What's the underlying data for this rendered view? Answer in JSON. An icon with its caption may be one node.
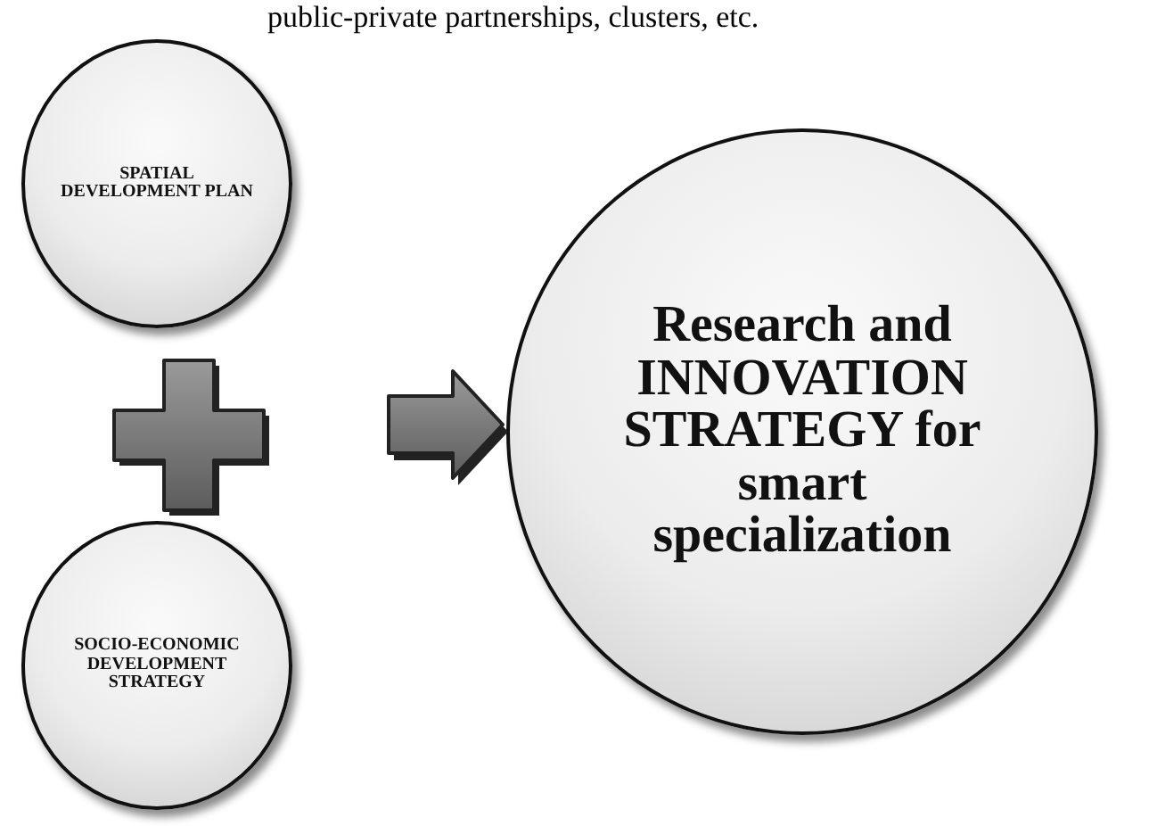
{
  "diagram": {
    "nodes": [
      {
        "text": [
          "SPATIAL DEVELOPMENT PLAN"
        ]
      },
      {
        "text": [],
        "shape": "plus"
      },
      {
        "text": [
          "SOCIO-ECONOMIC DEVELOPMENT STRATEGY"
        ]
      },
      {
        "text": [
          "Research and INNOVATION STRATEGY for smart specialization"
        ]
      }
    ],
    "edges": [
      {
        "from": null,
        "to": 3,
        "arrow": "to"
      }
    ],
    "labels": [
      "public-private partnerships, clusters, etc."
    ]
  }
}
